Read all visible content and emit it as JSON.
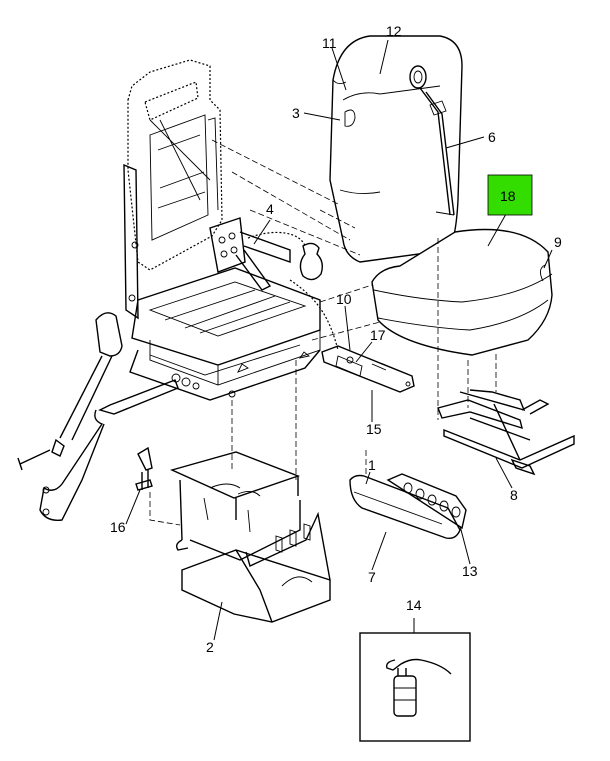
{
  "diagram": {
    "highlight_color": "#33dd00",
    "callouts": {
      "c1": "1",
      "c2": "2",
      "c3": "3",
      "c4": "4",
      "c6": "6",
      "c7": "7",
      "c8": "8",
      "c9": "9",
      "c10": "10",
      "c11": "11",
      "c12": "12",
      "c13": "13",
      "c14": "14",
      "c15": "15",
      "c16": "16",
      "c17": "17",
      "c18": "18"
    }
  }
}
